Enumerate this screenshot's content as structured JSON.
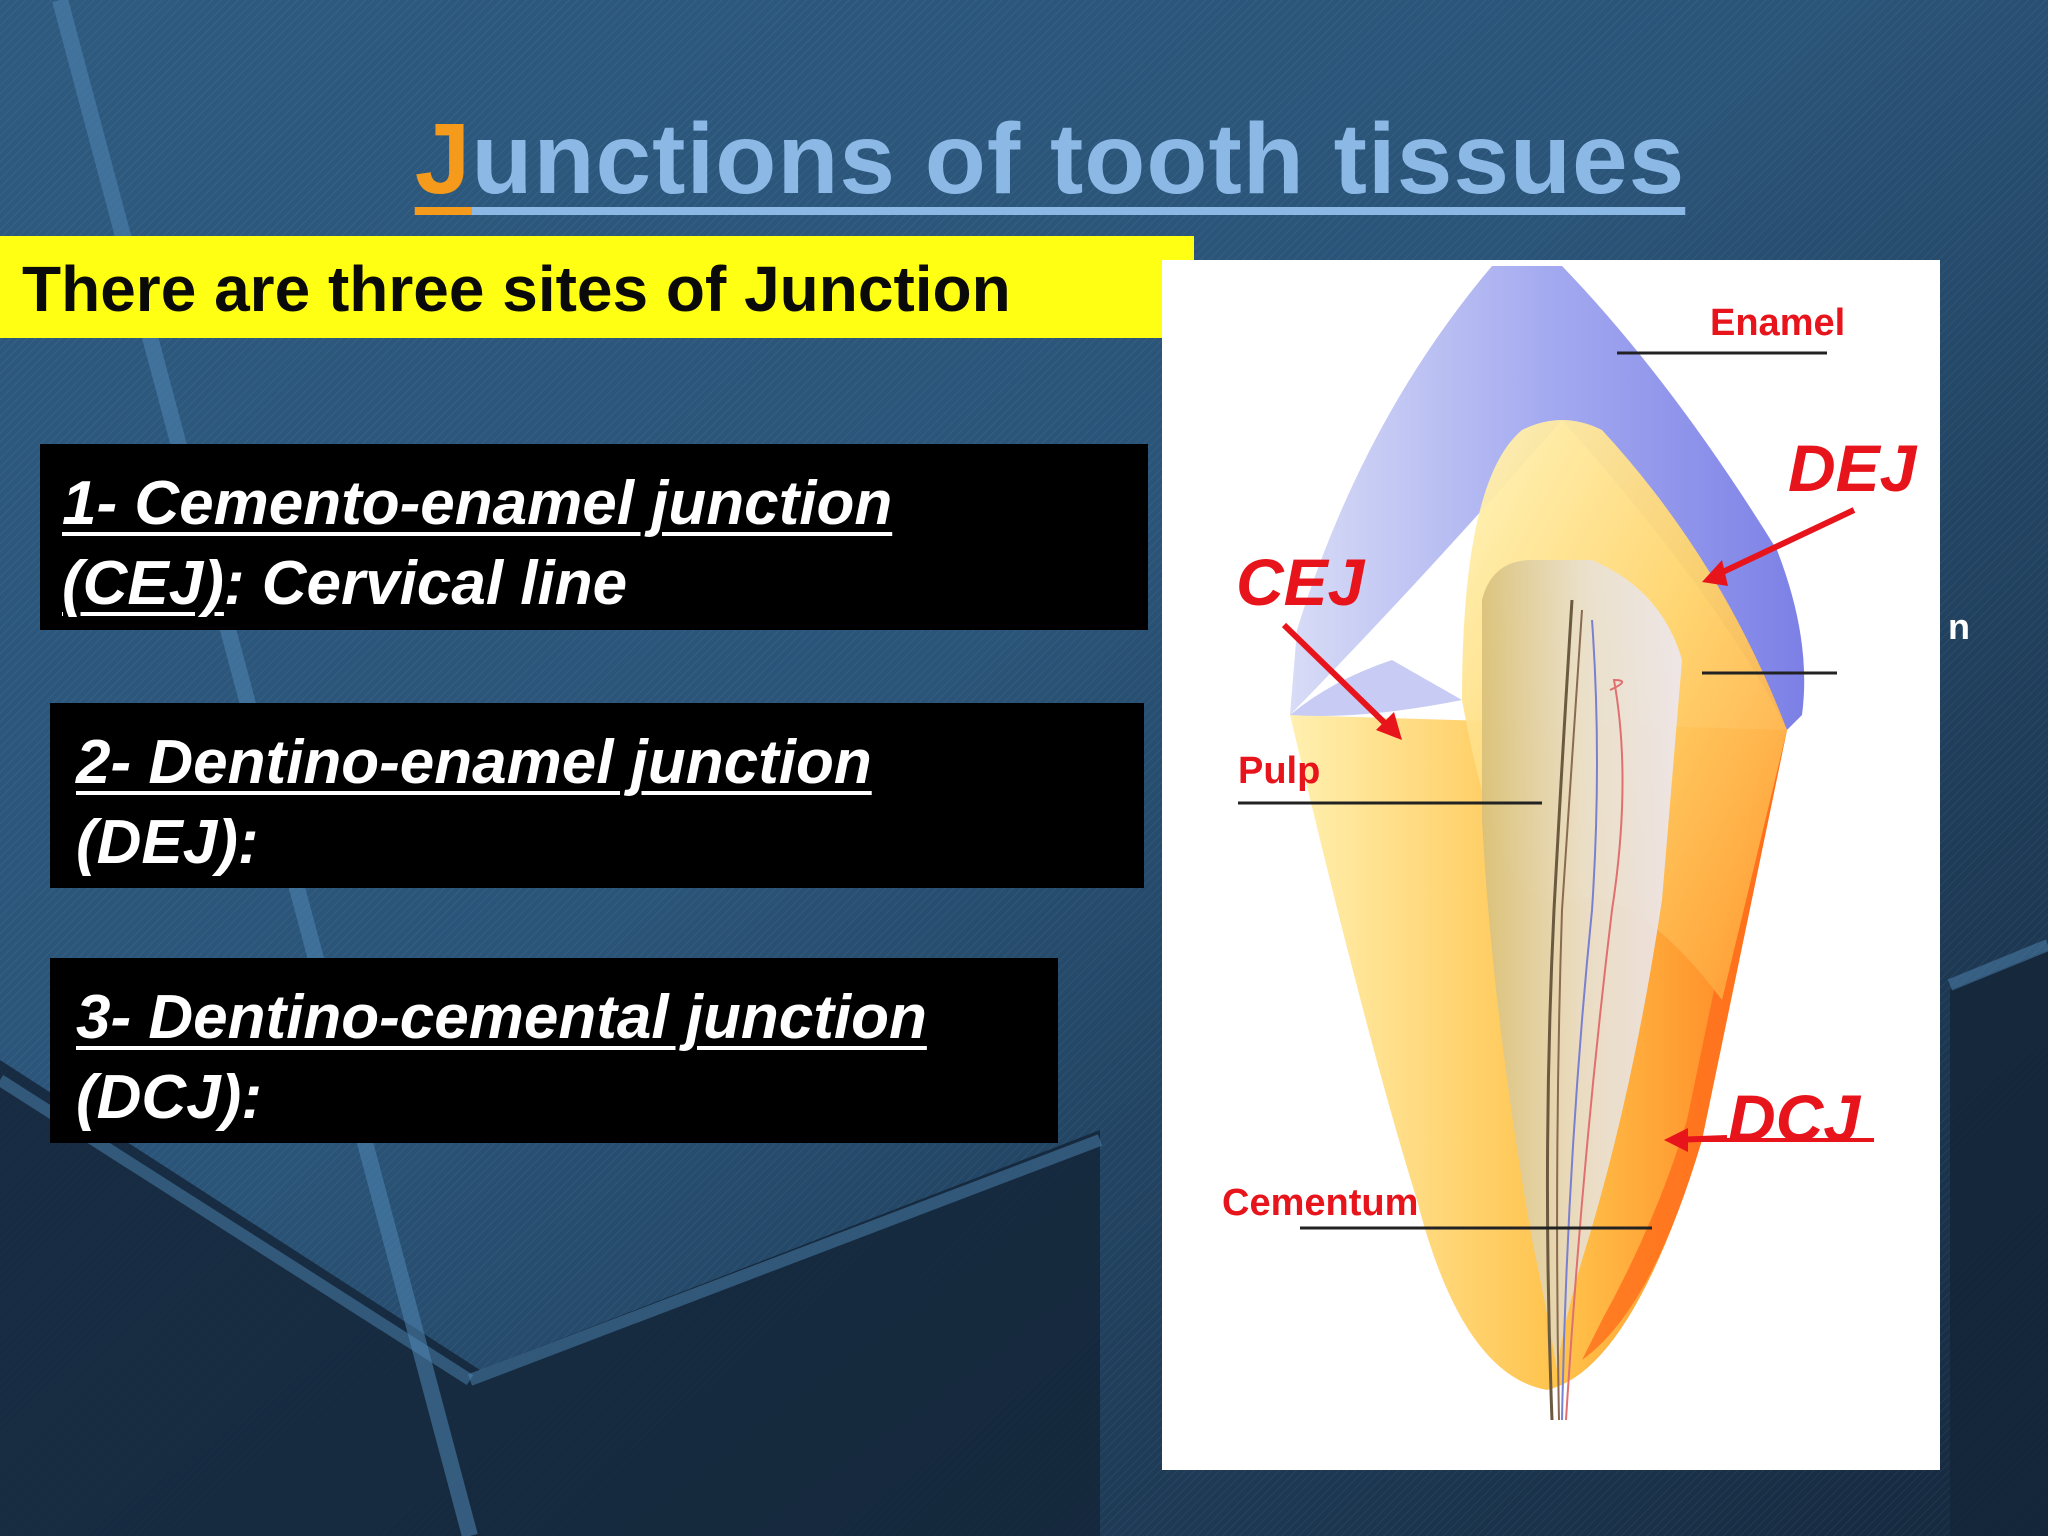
{
  "slide": {
    "title_first": "J",
    "title_rest": "unctions of tooth tissues",
    "banner": "There are three sites of Junction",
    "items": [
      {
        "line1": "1- Cemento-enamel junction ",
        "line2_underlined": "(CEJ)",
        "line2_rest": ": Cervical line"
      },
      {
        "line1": "2- Dentino-enamel junction",
        "line2_underlined": "",
        "line2_rest": "(DEJ):"
      },
      {
        "line1": "3- Dentino-cemental junction",
        "line2_underlined": "",
        "line2_rest": "(DCJ):"
      }
    ]
  },
  "diagram": {
    "labels": {
      "enamel": "Enamel",
      "pulp": "Pulp",
      "cementum": "Cementum",
      "dej": "DEJ",
      "cej": "CEJ",
      "dcj": "DCJ"
    },
    "stray_char": "n"
  },
  "colors": {
    "title": "#8cb8e6",
    "title_accent": "#f59a1a",
    "banner": "#ffff14",
    "label_red": "#e8141c"
  }
}
